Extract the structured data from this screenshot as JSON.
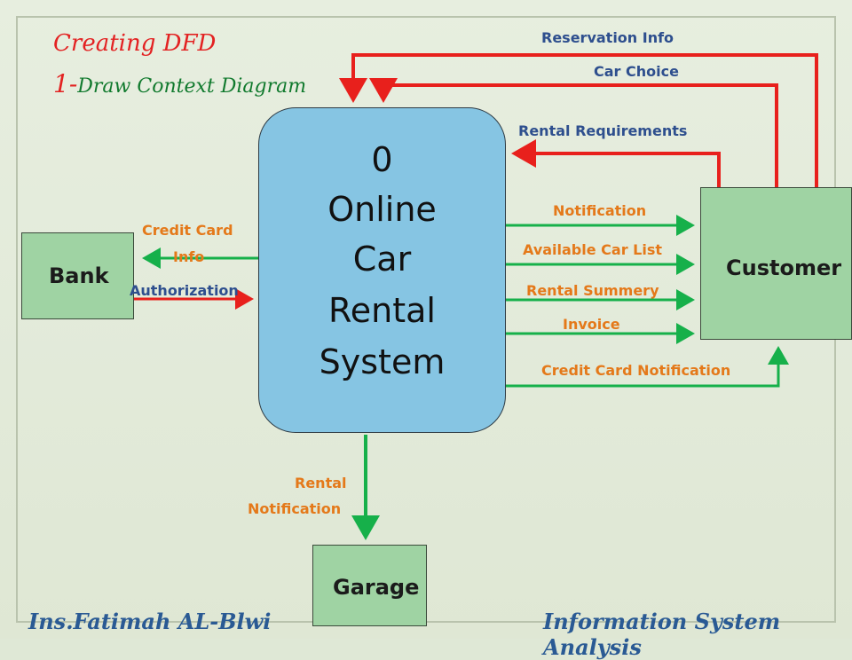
{
  "slide": {
    "title": "Creating DFD",
    "subtitle_number": "1-",
    "subtitle_text": "Draw Context Diagram"
  },
  "nodes": {
    "process": {
      "lines": [
        "0",
        "Online",
        "Car",
        "Rental",
        "System"
      ]
    },
    "bank": "Bank",
    "customer": "Customer",
    "garage": "Garage"
  },
  "flows": {
    "reservation_info": "Reservation Info",
    "car_choice": "Car Choice",
    "rental_requirements": "Rental Requirements",
    "notification": "Notification",
    "available_car_list": "Available Car List",
    "rental_summery": "Rental Summery",
    "invoice": "Invoice",
    "credit_card_notification": "Credit Card Notification",
    "credit_card_info_line1": "Credit Card",
    "credit_card_info_line2": "Info",
    "authorization": "Authorization",
    "rental_notification_line1": "Rental",
    "rental_notification_line2": "Notification"
  },
  "footer": {
    "left": "Ins.Fatimah AL-Blwi",
    "right": "Information System Analysis"
  },
  "colors": {
    "input_arrow": "#e8201c",
    "output_arrow": "#16b04a",
    "process_fill": "#86c5e3",
    "entity_fill": "#9fd3a3"
  }
}
